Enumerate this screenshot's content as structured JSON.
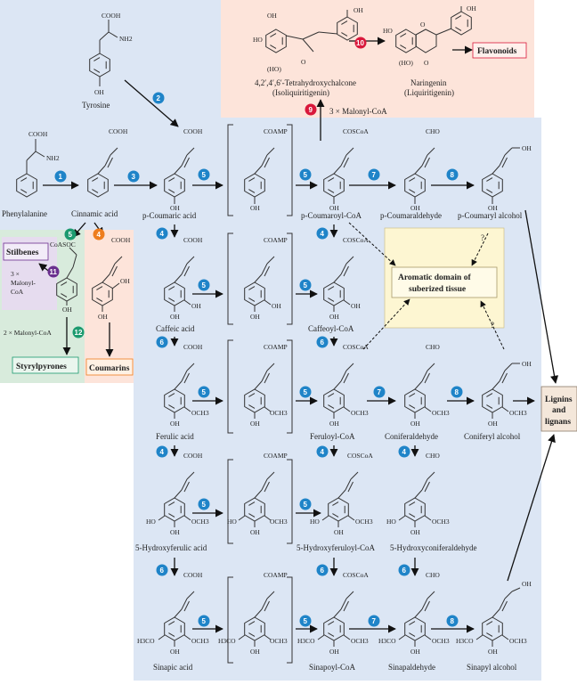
{
  "colors": {
    "blue_panel": "#dce6f4",
    "pink_panel": "#fde4da",
    "green_panel": "#d8ebdc",
    "yellow_box": "#fdf6d2",
    "enzyme_blue": "#1f84c8",
    "enzyme_green": "#1b9a6e",
    "enzyme_orange": "#ee7d1e",
    "enzyme_purple": "#6a2f8e",
    "enzyme_red": "#d9183b"
  },
  "compounds": {
    "tyrosine": "Tyrosine",
    "phenylalanine": "Phenylalanine",
    "cinnamic": "Cinnamic acid",
    "p_coumaric": "p-Coumaric acid",
    "p_coumaroyl_coa": "p-Coumaroyl-CoA",
    "p_coumaraldehyde": "p-Coumaraldehyde",
    "p_coumaryl_alcohol": "p-Coumaryl alcohol",
    "chalcone_1": "4,2′,4′,6′-Tetrahydroxychalcone",
    "chalcone_2": "(Isoliquiritigenin)",
    "naringenin_1": "Naringenin",
    "naringenin_2": "(Liquiritigenin)",
    "caffeic": "Caffeic acid",
    "caffeoyl_coa": "Caffeoyl-CoA",
    "ferulic": "Ferulic acid",
    "feruloyl_coa": "Feruloyl-CoA",
    "coniferaldehyde": "Coniferaldehyde",
    "coniferyl_alcohol": "Coniferyl alcohol",
    "hydroxyferulic": "5-Hydroxyferulic acid",
    "hydroxyferuloyl_coa": "5-Hydroxyferuloyl-CoA",
    "hydroxyconiferaldehyde": "5-Hydroxyconiferaldehyde",
    "sinapic": "Sinapic acid",
    "sinapoyl_coa": "Sinapoyl-CoA",
    "sinapaldehyde": "Sinapaldehyde",
    "sinapyl_alcohol": "Sinapyl alcohol"
  },
  "groups": {
    "cooh": "COOH",
    "nh2": "NH2",
    "oh": "OH",
    "ho": "HO",
    "ho_paren": "(HO)",
    "och3": "OCH3",
    "h3co": "H3CO",
    "coamp": "COAMP",
    "coscoa": "COSCoA",
    "cho": "CHO",
    "coasoc": "CoASOC",
    "o": "O"
  },
  "products": {
    "flavonoids": "Flavonoids",
    "stilbenes": "Stilbenes",
    "styrylpyrones": "Styrylpyrones",
    "coumarins": "Coumarins",
    "aromatic_1": "Aromatic domain of",
    "aromatic_2": "suberized tissue",
    "lignins_1": "Lignins",
    "lignins_2": "and",
    "lignins_3": "lignans"
  },
  "annotations": {
    "malonyl_3": "3 × Malonyl-CoA",
    "malonyl_2": "2 × Malonyl-CoA",
    "stil_3x": "3 ×",
    "stil_malonyl": "Malonyl-",
    "stil_coa": "CoA",
    "question": "?"
  },
  "enzymes": {
    "e1": "1",
    "e2": "2",
    "e3": "3",
    "e4": "4",
    "e5": "5",
    "e6": "6",
    "e7": "7",
    "e8": "8",
    "e9": "9",
    "e10": "10",
    "e11": "11",
    "e12": "12"
  }
}
